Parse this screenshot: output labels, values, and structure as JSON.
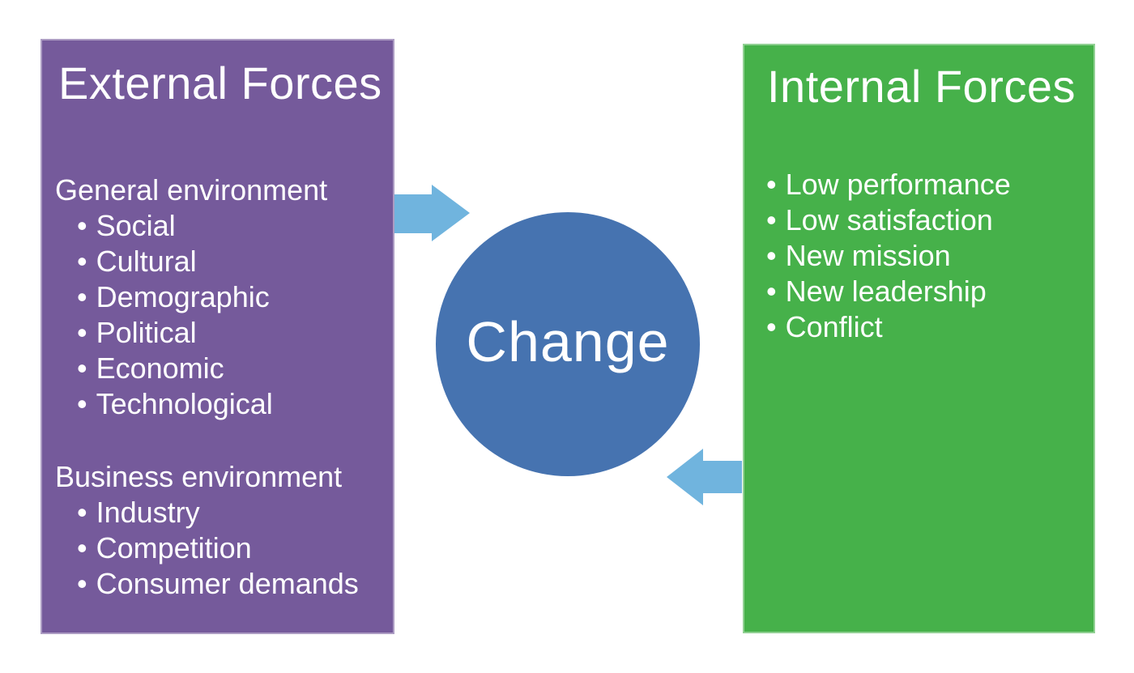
{
  "ui": {
    "bullet": "•"
  },
  "colors": {
    "external_panel": "#755A9B",
    "internal_panel": "#46B14A",
    "change_circle": "#4673B0",
    "arrows": "#70B4DE",
    "text": "#FFFFFF",
    "background": "#FFFFFF"
  },
  "external": {
    "title": "External Forces",
    "groups": [
      {
        "label": "General environment",
        "items": [
          "Social",
          "Cultural",
          "Demographic",
          "Political",
          "Economic",
          "Technological"
        ]
      },
      {
        "label": "Business environment",
        "items": [
          "Industry",
          "Competition",
          "Consumer demands"
        ]
      }
    ]
  },
  "internal": {
    "title": "Internal Forces",
    "items": [
      "Low performance",
      "Low satisfaction",
      "New mission",
      "New leadership",
      "Conflict"
    ]
  },
  "center": {
    "label": "Change"
  }
}
